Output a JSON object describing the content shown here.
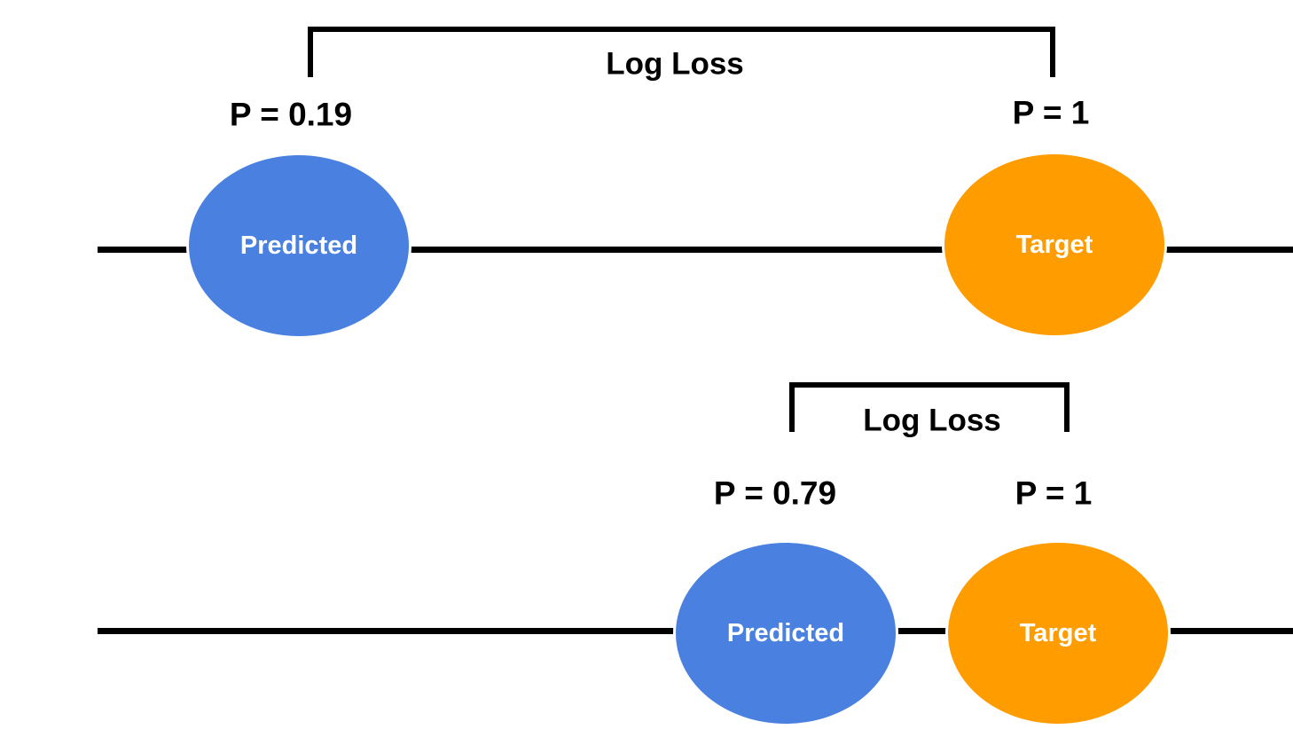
{
  "colors": {
    "background": "#FFFFFF",
    "line": "#000000",
    "text": "#000000",
    "predicted": "#4A81E0",
    "target": "#FF9C00",
    "ellipse_text": "#FFFFFF"
  },
  "top_scenario": {
    "bracket_label": "Log Loss",
    "predicted": {
      "probability": "P = 0.19",
      "label": "Predicted"
    },
    "target": {
      "probability": "P = 1",
      "label": "Target"
    }
  },
  "bottom_scenario": {
    "bracket_label": "Log Loss",
    "predicted": {
      "probability": "P = 0.79",
      "label": "Predicted"
    },
    "target": {
      "probability": "P = 1",
      "label": "Target"
    }
  }
}
